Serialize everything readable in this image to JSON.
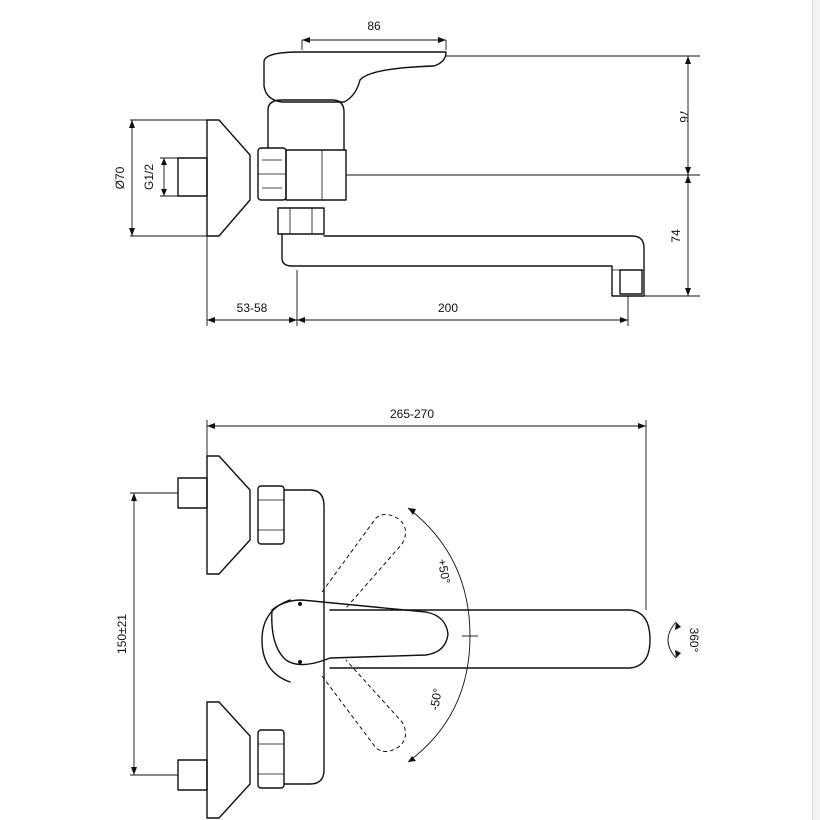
{
  "top_view": {
    "dim_handle_width": "86",
    "dim_handle_height": "76",
    "dim_spout_height": "74",
    "dim_flange_diameter": "Ø70",
    "dim_thread": "G1/2",
    "dim_wall_offset": "53-58",
    "dim_spout_reach": "200"
  },
  "front_view": {
    "dim_total_length": "265-270",
    "dim_inlet_spacing": "150±21",
    "dim_angle_up": "+50°",
    "dim_angle_down": "-50°",
    "dim_rotation": "360°"
  }
}
